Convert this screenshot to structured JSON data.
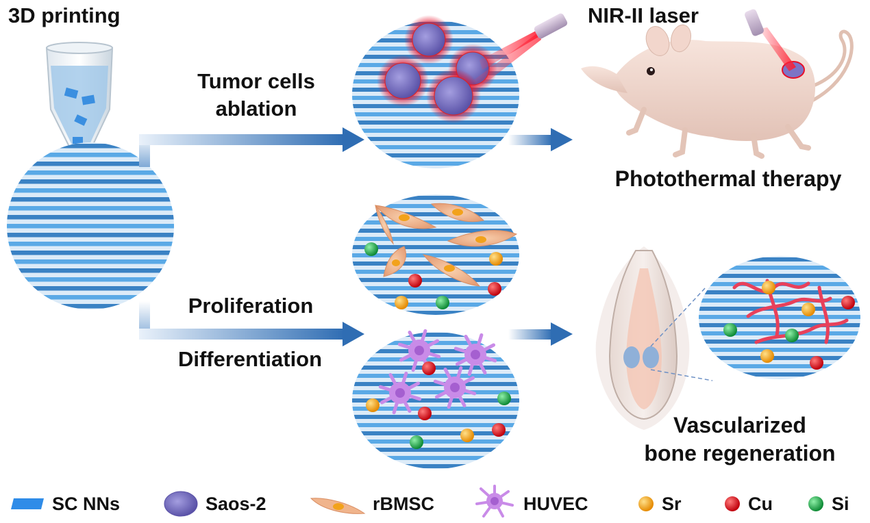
{
  "labels": {
    "printing": "3D printing",
    "laser": "NIR-II laser",
    "ablation_line1": "Tumor cells",
    "ablation_line2": "ablation",
    "proliferation": "Proliferation",
    "differentiation": "Differentiation",
    "photothermal": "Photothermal therapy",
    "vascular_line1": "Vascularized",
    "vascular_line2": "bone regeneration"
  },
  "legend": [
    {
      "icon": "sc-nns-icon",
      "label": "SC NNs"
    },
    {
      "icon": "saos2-cell-icon",
      "label": "Saos-2"
    },
    {
      "icon": "rbmsc-cell-icon",
      "label": "rBMSC"
    },
    {
      "icon": "huvec-cell-icon",
      "label": "HUVEC"
    },
    {
      "icon": "sr-ion-icon",
      "label": "Sr"
    },
    {
      "icon": "cu-ion-icon",
      "label": "Cu"
    },
    {
      "icon": "si-ion-icon",
      "label": "Si"
    }
  ],
  "colors": {
    "scaffold": "#5aa9e6",
    "scaffold_dark": "#3a82c4",
    "arrow": "#2f6db3",
    "laser": "#e8102a",
    "saos2": "#7d74c6",
    "rbmsc": "#f0b48c",
    "huvec": "#c98be8",
    "sr": "#f2a21b",
    "cu": "#e0101e",
    "si": "#1faa4b"
  }
}
